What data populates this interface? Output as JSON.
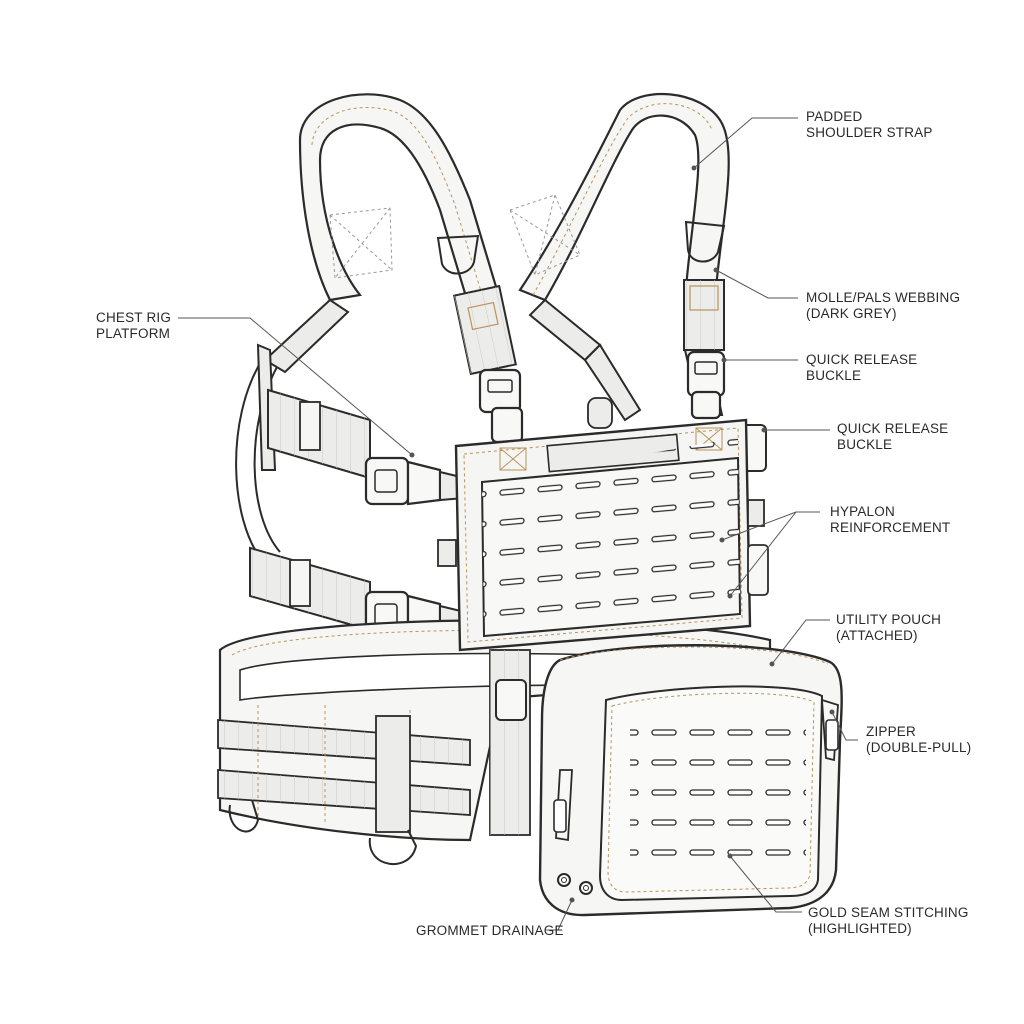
{
  "diagram": {
    "labels": {
      "padded_shoulder_strap": [
        "PADDED",
        "SHOULDER STRAP"
      ],
      "chest_rig_platform": [
        "CHEST RIG",
        "PLATFORM"
      ],
      "molle_pals_webbing": [
        "MOLLE/PALS WEBBING",
        "(DARK GREY)"
      ],
      "quick_release_buckle_upper": [
        "QUICK RELEASE",
        "BUCKLE"
      ],
      "quick_release_buckle_lower": [
        "QUICK RELEASE",
        "BUCKLE"
      ],
      "hypalon_reinforcement": [
        "HYPALON",
        "REINFORCEMENT"
      ],
      "utility_pouch": [
        "UTILITY POUCH",
        "(ATTACHED)"
      ],
      "zipper": [
        "ZIPPER",
        "(DOUBLE-PULL)"
      ],
      "gold_seam_stitching": [
        "GOLD SEAM STITCHING",
        "(HIGHLIGHTED)"
      ],
      "grommet_drainage": [
        "GROMMET DRAINAGE"
      ]
    },
    "colors": {
      "outline": "#2b2b2b",
      "fill": "#f4f4f2",
      "webbing": "#ececea",
      "stitch_gold": "#b8945a",
      "leader": "#555555"
    }
  }
}
